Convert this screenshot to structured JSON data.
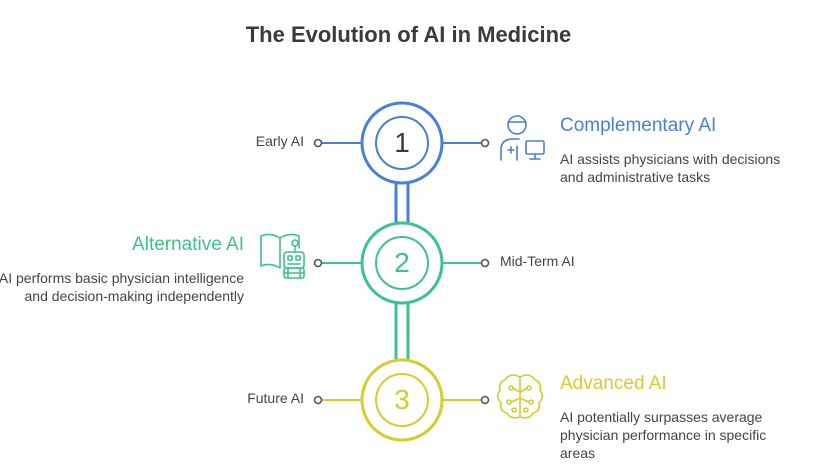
{
  "title": "The Evolution of AI in Medicine",
  "colors": {
    "stage1": "#4a7fd6",
    "stage2": "#3cc487",
    "stage3": "#d6cc2e",
    "title": "#3a3a3a",
    "text": "#444444",
    "connector": "#555555"
  },
  "stages": [
    {
      "number": "1",
      "era": "Early AI",
      "title": "Complementary AI",
      "description": "AI assists physicians with decisions and administrative tasks",
      "icon": "doctor-computer-icon"
    },
    {
      "number": "2",
      "era": "Mid-Term AI",
      "title": "Alternative AI",
      "description": "AI performs basic physician intelligence and decision-making independently",
      "icon": "robot-book-icon"
    },
    {
      "number": "3",
      "era": "Future AI",
      "title": "Advanced AI",
      "description": "AI potentially surpasses average physician performance in specific areas",
      "icon": "brain-circuit-icon"
    }
  ]
}
